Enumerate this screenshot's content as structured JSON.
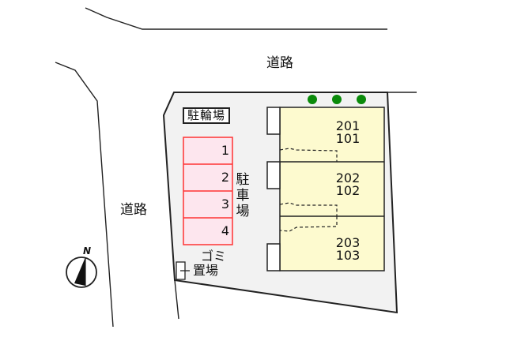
{
  "map": {
    "type": "site-plan",
    "roads": [
      {
        "id": "road-north",
        "label": "道路"
      },
      {
        "id": "road-west",
        "label": "道路"
      }
    ],
    "bicycle_parking": {
      "label": "駐輪場"
    },
    "parking": {
      "label": "駐車場",
      "label_chars": [
        "駐",
        "車",
        "場"
      ],
      "spaces": [
        "1",
        "2",
        "3",
        "4"
      ],
      "color": "#ff3333",
      "fill": "#fde6ee"
    },
    "garbage": {
      "label": "ゴミ置場",
      "line1": "ゴミ",
      "line2": "置場"
    },
    "building": {
      "fill": "#fdfacf",
      "units": [
        {
          "upper": "201",
          "lower": "101"
        },
        {
          "upper": "202",
          "lower": "102"
        },
        {
          "upper": "203",
          "lower": "103"
        }
      ]
    },
    "trees": {
      "count": 3,
      "color": "#0a8a0a"
    },
    "compass": {
      "label": "N"
    },
    "lot_fill": "#f2f2f2"
  }
}
